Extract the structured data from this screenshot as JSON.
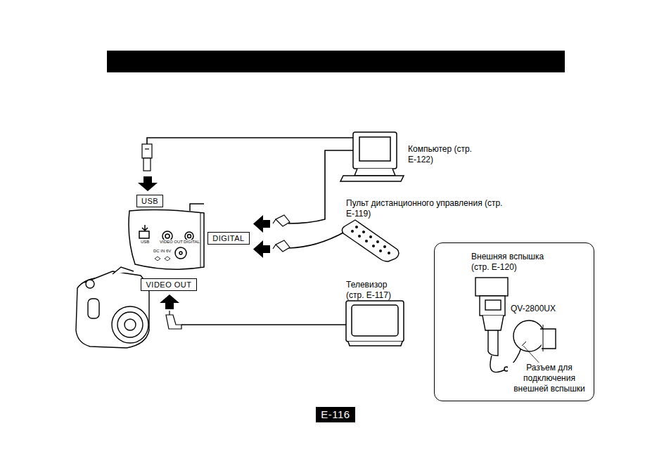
{
  "diagram": {
    "nodes": [
      {
        "text": [
          "USB"
        ]
      },
      {
        "text": [
          "DIGITAL"
        ]
      },
      {
        "text": [
          "VIDEO OUT"
        ]
      },
      {
        "text": [
          "Внешняя вспышка (стр. E-120)",
          "QV-2800UX",
          "Разъем для подключения внешней вспышки"
        ]
      },
      {
        "text": [
          "E-116"
        ]
      }
    ],
    "labels": [
      "Компьютер (стр. E-122)",
      "Пульт дистанционного управления (стр. E-119)",
      "Телевизор (стр. E-117)",
      "USB",
      "VIDEO OUT",
      "DIGITAL",
      "DC IN 6V"
    ]
  }
}
